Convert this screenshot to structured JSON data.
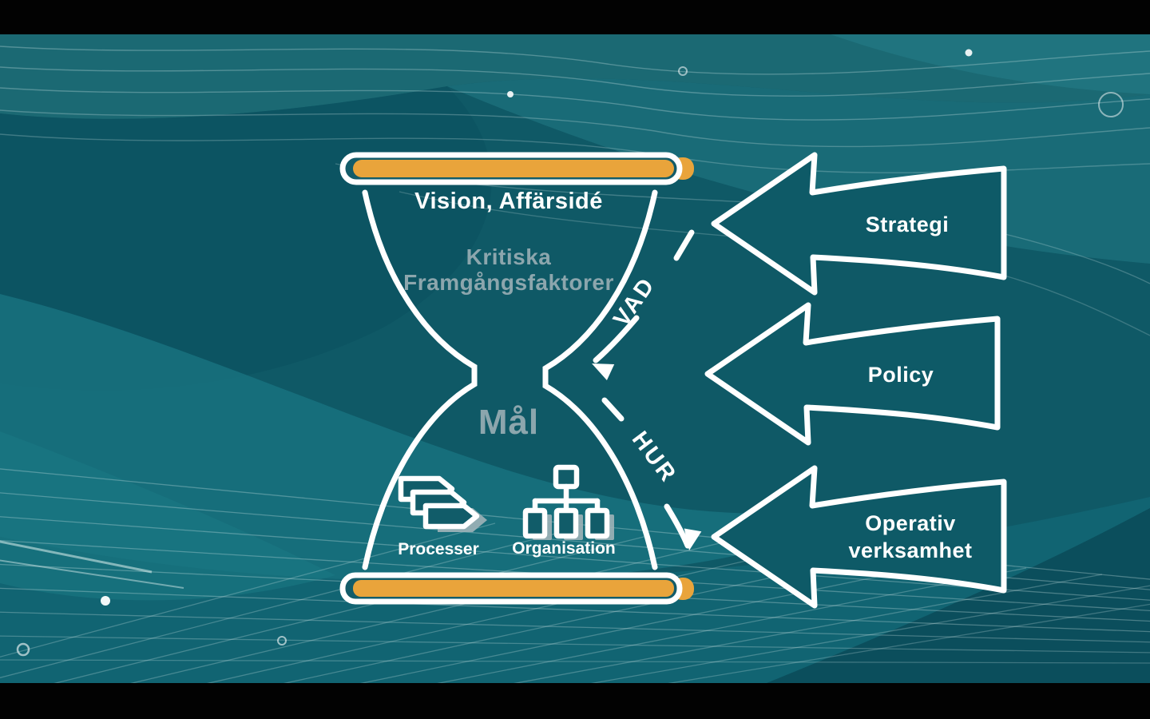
{
  "slide": {
    "type": "strategy-hourglass-diagram",
    "language": "sv",
    "colors": {
      "background_teal": "#0F5966",
      "accent_yellow": "#E9A43B",
      "muted_label": "#8CA6AD",
      "outline_white": "#FFFFFF",
      "letterbox_black": "#020202"
    }
  },
  "hourglass": {
    "top_bar": {
      "shape": "yellow-capsule",
      "color": "#E9A43B"
    },
    "bottom_bar": {
      "shape": "yellow-capsule",
      "color": "#E9A43B"
    },
    "top_label": "Vision, Affärsidé",
    "critical_factors": {
      "line1": "Kritiska",
      "line2": "Framgångsfaktorer"
    },
    "middle_label": "Mål",
    "process_label": "Processer",
    "organisation_label": "Organisation",
    "icons": {
      "process": "process-tags-icon",
      "organisation": "org-chart-icon"
    }
  },
  "flow": {
    "vad": "VAD",
    "hur": "HUR"
  },
  "arrows": {
    "strategy": "Strategi",
    "policy": "Policy",
    "operative_line1": "Operativ",
    "operative_line2": "verksamhet"
  }
}
